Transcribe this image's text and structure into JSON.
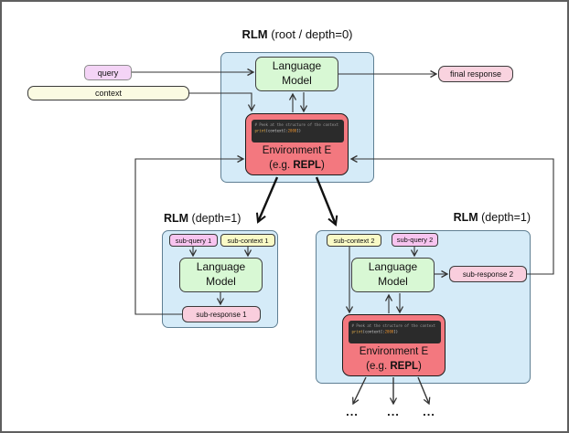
{
  "colors": {
    "container_fill": "#d5ebf8",
    "container_border": "#5f7f93",
    "lm_fill": "#d8f8d4",
    "env_fill": "#f3787f",
    "code_bg": "#2b2b2b",
    "code_accent": "#e8902e",
    "query_fill": "#f4d4f6",
    "context_fill": "#fbfbe2",
    "response_fill": "#f9d3df",
    "subquery_fill": "#f7c4ef",
    "subcontext_fill": "#f9fac6",
    "subresponse_fill": "#f9cedd",
    "line": "#333333"
  },
  "root": {
    "title_bold": "RLM",
    "title_rest": " (root / depth=0)",
    "lm_line1": "Language",
    "lm_line2": "Model",
    "env_title": "Environment E",
    "env_sub_prefix": "(e.g. ",
    "env_sub_bold": "REPL",
    "env_sub_suffix": ")",
    "code": {
      "comment": "# Peek at the structure of the context",
      "fn": "print",
      "arg_open": "(context[:",
      "num": "2000",
      "arg_close": "])"
    }
  },
  "io": {
    "query": "query",
    "context": "context",
    "final_response": "final response"
  },
  "child_left": {
    "title_bold": "RLM",
    "title_rest": " (depth=1)",
    "sub_query": "sub-query 1",
    "sub_context": "sub-context 1",
    "lm_line1": "Language",
    "lm_line2": "Model",
    "sub_response": "sub-response 1"
  },
  "child_right": {
    "title_bold": "RLM",
    "title_rest": " (depth=1)",
    "sub_context": "sub-context 2",
    "sub_query": "sub-query 2",
    "lm_line1": "Language",
    "lm_line2": "Model",
    "sub_response": "sub-response 2",
    "env_title": "Environment E",
    "env_sub_prefix": "(e.g. ",
    "env_sub_bold": "REPL",
    "env_sub_suffix": ")",
    "code": {
      "comment": "# Peek at the structure of the context",
      "fn": "print",
      "arg_open": "(context[:",
      "num": "2000",
      "arg_close": "])"
    }
  },
  "ellipsis": [
    "...",
    "...",
    "..."
  ]
}
